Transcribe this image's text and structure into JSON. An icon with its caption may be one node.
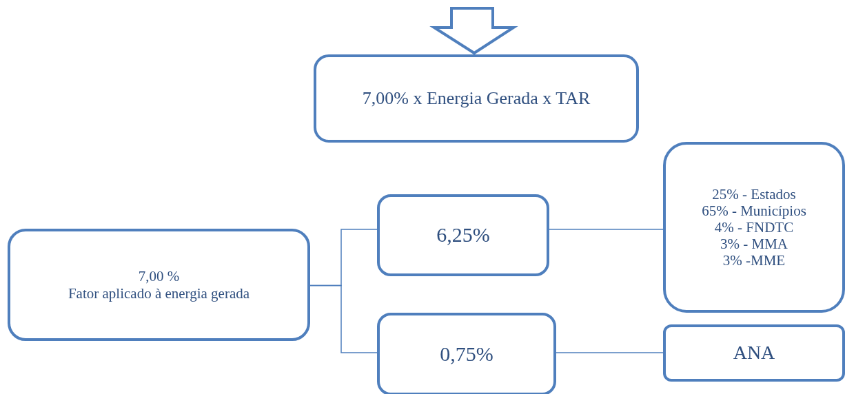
{
  "diagram": {
    "nodes": [
      {
        "text": [
          "7,00% x Energia Gerada x TAR"
        ]
      },
      {
        "text": [
          "7,00 %",
          "Fator aplicado à energia gerada"
        ]
      },
      {
        "text": [
          "6,25%"
        ]
      },
      {
        "text": [
          "25% - Estados",
          "65% - Municípios",
          "4% - FNDTC",
          "3% - MMA",
          "3% -MME"
        ]
      },
      {
        "text": [
          "0,75%"
        ]
      },
      {
        "text": [
          "ANA"
        ]
      }
    ],
    "edges": [
      {
        "from": null,
        "to": 0,
        "arrow": "to",
        "style": "thick"
      },
      {
        "from": 1,
        "to": 2,
        "arrow": "none"
      },
      {
        "from": 1,
        "to": 4,
        "arrow": "none"
      },
      {
        "from": 2,
        "to": 3,
        "arrow": "none"
      },
      {
        "from": 4,
        "to": 5,
        "arrow": "none"
      }
    ]
  }
}
